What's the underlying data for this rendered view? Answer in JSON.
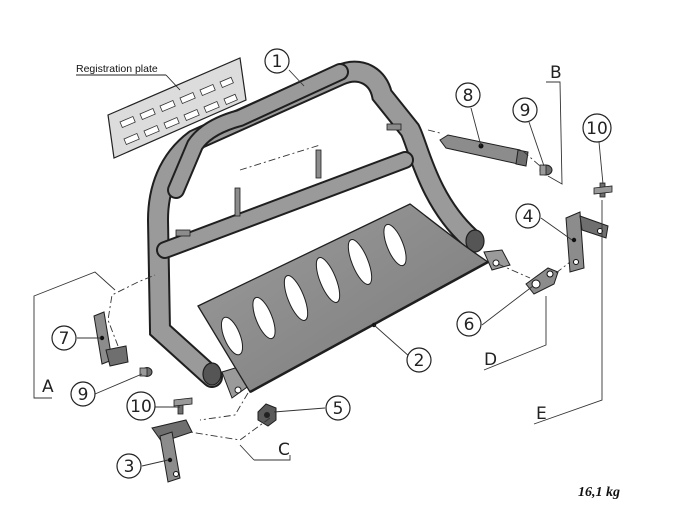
{
  "registration_plate_label": "Registration plate",
  "weight_label": "16,1 kg",
  "callouts": [
    {
      "id": "callout-1",
      "label": "1"
    },
    {
      "id": "callout-2",
      "label": "2"
    },
    {
      "id": "callout-3",
      "label": "3"
    },
    {
      "id": "callout-4",
      "label": "4"
    },
    {
      "id": "callout-5",
      "label": "5"
    },
    {
      "id": "callout-6",
      "label": "6"
    },
    {
      "id": "callout-7",
      "label": "7"
    },
    {
      "id": "callout-8",
      "label": "8"
    },
    {
      "id": "callout-9a",
      "label": "9"
    },
    {
      "id": "callout-9b",
      "label": "9"
    },
    {
      "id": "callout-10a",
      "label": "10"
    },
    {
      "id": "callout-10b",
      "label": "10"
    }
  ],
  "section_letters": [
    "A",
    "B",
    "C",
    "D",
    "E"
  ],
  "colors": {
    "line": "#1f1f1f",
    "part_fill": "#8c8c8c",
    "part_light": "#b9b9b9"
  }
}
